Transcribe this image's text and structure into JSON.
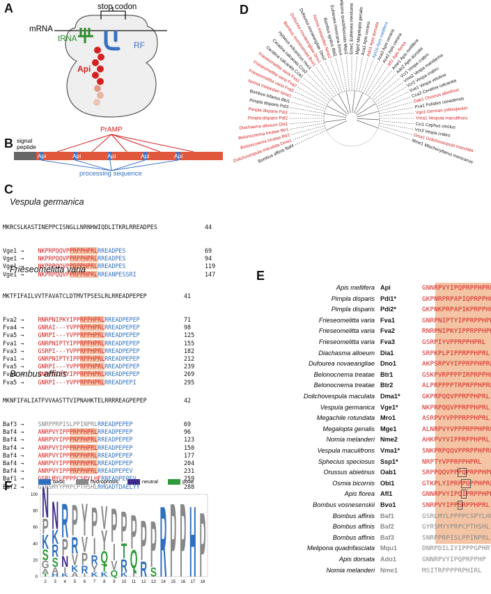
{
  "panelA": {
    "letter": "A",
    "stop_codon": "stop codon",
    "mrna": "mRNA",
    "trna": "tRNA",
    "rf": "RF",
    "api": "Api"
  },
  "panelB": {
    "letter": "B",
    "signal_peptide": "signal\npeptide",
    "pramp": "PrAMP",
    "segments": [
      "Api",
      "Api",
      "Api",
      "Api",
      "Api"
    ],
    "processing": "processing sequence"
  },
  "panelC": {
    "letter": "C",
    "vespula": {
      "title": "Vespula germanica",
      "header": "MKRCSLKASTINEPPCISNGLLNRNHWIQDLITKRLRREADPES",
      "header_num": "44",
      "rows": [
        {
          "label": "Vge1",
          "red": "NKPRPQQVP",
          "hl": "PRPPHPRL",
          "blue": "RREADPES",
          "num": "69"
        },
        {
          "label": "Vge1",
          "red": "NKPRPQQVP",
          "hl": "PRPPHPRL",
          "blue": "RREADPES",
          "num": "94"
        },
        {
          "label": "Vge1",
          "red": "NKPRPQQVP",
          "hl": "PRPPHPRL",
          "blue": "RREADPES",
          "num": "119"
        },
        {
          "label": "Vge1",
          "red": "NKPRPQQVP",
          "hl": "PRPPHPRL",
          "blue": "RREANPESSRI",
          "num": "147"
        }
      ]
    },
    "frieso": {
      "title": "Frieseomelitta varia",
      "header": "MKTFIFAILVVTFAVATCLDTMVTPSESLRLRREADPEPEP",
      "header_num": "41",
      "rows": [
        {
          "label": "Fva2",
          "red": "RNRPNIPKYIPP",
          "hl": "RPPHPRL",
          "blue": "RREADPEPEP",
          "num": "71"
        },
        {
          "label": "Fva4",
          "red": "GNRAI---YVPP",
          "hl": "RPPHPRL",
          "blue": "RREADPEPEP",
          "num": "98"
        },
        {
          "label": "Fva5",
          "red": "GNRPI---YVPP",
          "hl": "RPPHPRL",
          "blue": "RREADPEPEP",
          "num": "125"
        },
        {
          "label": "Fva1",
          "red": "GNRPNIPTYIPP",
          "hl": "RPPHPRL",
          "blue": "RREADPEPEP",
          "num": "155"
        },
        {
          "label": "Fva3",
          "red": "GSRPI---YVPP",
          "hl": "RPPHPRL",
          "blue": "RREADPEPEP",
          "num": "182"
        },
        {
          "label": "Fva1",
          "red": "GNRPNIPTYIPP",
          "hl": "RPPHPRL",
          "blue": "RREADPEPEP",
          "num": "212"
        },
        {
          "label": "Fva5",
          "red": "GNRPI---YVPP",
          "hl": "RPPHPRL",
          "blue": "RREADPEPEP",
          "num": "239"
        },
        {
          "label": "Fva1",
          "red": "GNRPNIPTYIPP",
          "hl": "RPPHPRL",
          "blue": "RREADPEPEP",
          "num": "269"
        },
        {
          "label": "Fva5",
          "red": "GNRPI---YVPP",
          "hl": "RPPHPRL",
          "blue": "RREADPEPI",
          "num": "295"
        }
      ]
    },
    "bombus": {
      "title": "Bombus affinis",
      "header": "MKNFIFALIATFVVAASTTVIPNAHKTELRRRREAGPEPEP",
      "header_num": "42",
      "rows": [
        {
          "label": "Baf3",
          "gray": "SNRPPRPISLPPINPRL",
          "blue": "RREADPEPEP",
          "num": "69"
        },
        {
          "label": "Baf4",
          "red": "ANRPVYIPP",
          "hl": "PRPPHPRL",
          "blue": "RREADPEPEP",
          "num": "96"
        },
        {
          "label": "Baf4",
          "red": "ANRPVYIPP",
          "hl": "PRPPHPRL",
          "blue": "RREADPEPEP",
          "num": "123"
        },
        {
          "label": "Baf4",
          "red": "ANRPVYIPP",
          "hl": "PRPPHPRL",
          "blue": "RREADPEPEP",
          "num": "150"
        },
        {
          "label": "Baf4",
          "red": "ANRPVYIPP",
          "hl": "PRPPHPRL",
          "blue": "RREADPEPEP",
          "num": "177"
        },
        {
          "label": "Baf4",
          "red": "ANRPVYIPP",
          "hl": "PRPPHPRL",
          "blue": "RREADPEPEP",
          "num": "204"
        },
        {
          "label": "Baf4",
          "red": "ANRPVYIPP",
          "hl": "PRPPHPRL",
          "blue": "RREADPEPEV",
          "num": "231"
        },
        {
          "label": "Baf1",
          "red": "GSRLMYLPPPPCSPYLHF",
          "blue": "RREADPEPEV",
          "num": "259"
        },
        {
          "label": "Baf2",
          "gray": "GYRSMYYPRPCPTHSHL",
          "blue": "RHGADTDAELYY",
          "num": "288"
        }
      ]
    }
  },
  "panelD": {
    "letter": "D",
    "leaves_top": [
      {
        "code": "Baf4",
        "name": "Bombus affinis",
        "color": "#111"
      },
      {
        "code": "Dma1",
        "name": "Dolichovespula maculata",
        "color": "#d42020"
      },
      {
        "code": "Btr2",
        "name": "Belonocnema treatae",
        "color": "#d42020"
      },
      {
        "code": "Btr1",
        "name": "Belonocnema treatae",
        "color": "#d42020"
      },
      {
        "code": "Dia1",
        "name": "Diachasma alloeum",
        "color": "#d42020"
      },
      {
        "code": "Pdi2",
        "name": "Pimpla disparis",
        "color": "#d42020"
      },
      {
        "code": "Pdi1",
        "name": "Pimpla disparis",
        "color": "#d42020"
      },
      {
        "code": "Pdi3",
        "name": "Pimpla disparis",
        "color": "#111"
      },
      {
        "code": "Bbi1",
        "name": "Bombus bifarius",
        "color": "#111"
      },
      {
        "code": "Nme1",
        "name": "Nomia melanderi",
        "color": "#d42020"
      },
      {
        "code": "Fva5",
        "name": "Frieseomelitta varia",
        "color": "#d42020"
      },
      {
        "code": "Fva2",
        "name": "Frieseomelitta varia",
        "color": "#d42020"
      },
      {
        "code": "Fva1",
        "name": "Frieseomelitta varia",
        "color": "#d42020"
      },
      {
        "code": "Cca1",
        "name": "Ceratina calcarata",
        "color": "#111"
      },
      {
        "code": "Cca2",
        "name": "Ceratina calcarata",
        "color": "#111"
      },
      {
        "code": "Hvo1",
        "name": "Hylaeus volcanicus",
        "color": "#111"
      },
      {
        "code": "Bvo1",
        "name": "Bombus vosnesenskii",
        "color": "#d42020"
      },
      {
        "code": "Dno1",
        "name": "Dufourea novaeangliae",
        "color": "#d42020"
      },
      {
        "code": "Dno2",
        "name": "Dufourea novaeangliae",
        "color": "#111"
      },
      {
        "code": "Nme2",
        "name": "Nomia melanderi",
        "color": "#d42020"
      },
      {
        "code": "Bbi2",
        "name": "Bombus ignitus",
        "color": "#111"
      },
      {
        "code": "Emx4",
        "name": "Eufriesea mexicana",
        "color": "#111"
      },
      {
        "code": "Mqu1",
        "name": "Melipona quadrifasciata",
        "color": "#111"
      },
      {
        "code": "Eme1",
        "name": "Eufriesea mexicana",
        "color": "#111"
      },
      {
        "code": "Mge2",
        "name": "Megalopta genalis",
        "color": "#111"
      },
      {
        "code": "Aca1",
        "name": "Apis cerana",
        "color": "#111"
      },
      {
        "code": "Ado1",
        "name": "Apis dorsata",
        "color": "#d42020"
      },
      {
        "code": "Api1b",
        "name": "Apis mellifera",
        "color": "#2f6fbf"
      },
      {
        "code": "Aca3",
        "name": "Apis cerana",
        "color": "#111"
      },
      {
        "code": "Ace2",
        "name": "Apis cerana",
        "color": "#111"
      },
      {
        "code": "Afl1",
        "name": "Apis florea",
        "color": "#d42020"
      },
      {
        "code": "Ame1",
        "name": "Apis mellifera",
        "color": "#111"
      },
      {
        "code": "Ado2",
        "name": "Apis dorsata",
        "color": "#111"
      }
    ],
    "leaves_left": [
      {
        "code": "Vcr1",
        "name": "Vespa crabro",
        "color": "#111"
      },
      {
        "code": "Vma2",
        "name": "Vespa mandarina",
        "color": "#111"
      },
      {
        "code": "Vcr2",
        "name": "Vespa crabro",
        "color": "#111"
      },
      {
        "code": "Vve1",
        "name": "Vespa velutina",
        "color": "#111"
      },
      {
        "code": "Cca3",
        "name": "Ceratina calcarata",
        "color": "#111"
      },
      {
        "code": "Oab1",
        "name": "Orussus abietinus",
        "color": "#d42020"
      },
      {
        "code": "Pca1",
        "name": "Polistes canadensis",
        "color": "#111"
      },
      {
        "code": "Vge1",
        "name": "German yellowjacket",
        "color": "#d42020"
      },
      {
        "code": "Vma1",
        "name": "Vespula maculifrons",
        "color": "#d42020"
      },
      {
        "code": "Cci1",
        "name": "Cephus cinctus",
        "color": "#111"
      },
      {
        "code": "Vcr3",
        "name": "Vespa crabro",
        "color": "#111"
      },
      {
        "code": "Dma1",
        "name": "Dolichovespula maculata",
        "color": "#d42020"
      },
      {
        "code": "Mme1",
        "name": "Mischocyttarus mexicanus",
        "color": "#111"
      }
    ]
  },
  "panelE": {
    "letter": "E",
    "rows": [
      {
        "sp": "Apis mellifera",
        "code": "Api",
        "pre": "GNNRPVYIPQ",
        "hl": "PRPPHPRL",
        "post": "",
        "box": "",
        "codecolor": "#111",
        "seqcolor": "#d42020"
      },
      {
        "sp": "Pimpla disparis",
        "code": "Pdi1*",
        "pre": "GKPNRPRPAPIQ",
        "hl": "PRPPHPRL",
        "post": "",
        "box": "",
        "codecolor": "#111",
        "seqcolor": "#d42020"
      },
      {
        "sp": "Pimpla disparis",
        "code": "Pdi2*",
        "pre": "GKPNKPRPAPIK",
        "hl": "PRPPHPRL",
        "post": "",
        "box": "",
        "codecolor": "#111",
        "seqcolor": "#d42020"
      },
      {
        "sp": "Frieseomelitta varia",
        "code": "Fva1",
        "pre": "GNRPNIPTYIPP",
        "hl": "RPPHPRL",
        "post": "",
        "box": "",
        "codecolor": "#111",
        "seqcolor": "#d42020"
      },
      {
        "sp": "Frieseomelitta varia",
        "code": "Fva2",
        "pre": "RNRPNIPKYIPP",
        "hl": "RPPHPRL",
        "post": "",
        "box": "",
        "codecolor": "#111",
        "seqcolor": "#d42020"
      },
      {
        "sp": "Frieseomelitta varia",
        "code": "Fva3",
        "pre": "GSRPIYVPP",
        "hl": "RPPHPRL",
        "post": "",
        "box": "",
        "codecolor": "#111",
        "seqcolor": "#d42020"
      },
      {
        "sp": "Diachasma alloeum",
        "code": "Dia1",
        "pre": "SRPKPLPIP",
        "hl": "PRPPHPRL",
        "post": "",
        "box": "",
        "codecolor": "#111",
        "seqcolor": "#d42020"
      },
      {
        "sp": "Dufourea novaeangliae",
        "code": "Dno1",
        "pre": "AKPSRPVYIP",
        "hl": "PRPPHPRL",
        "post": "",
        "box": "",
        "codecolor": "#111",
        "seqcolor": "#d42020"
      },
      {
        "sp": "Belonocnema treatae",
        "code": "Btr1",
        "pre": "GSKPVRPPPPIR",
        "hl": "PRPPHPRL",
        "post": "",
        "box": "",
        "codecolor": "#111",
        "seqcolor": "#d42020"
      },
      {
        "sp": "Belonocnema treatae",
        "code": "Btr2",
        "pre": "ALPRPPPPTR",
        "hl": "PRPPHPRL",
        "post": "",
        "box": "",
        "codecolor": "#111",
        "seqcolor": "#d42020"
      },
      {
        "sp": "Dolichovespula maculata",
        "code": "Dma1*",
        "pre": "GKPRPQQVP",
        "hl": "PRPPHPRL",
        "post": "",
        "box": "",
        "codecolor": "#111",
        "seqcolor": "#d42020"
      },
      {
        "sp": "Vespula germanica",
        "code": "Vge1*",
        "pre": "NKPRPQQVP",
        "hl": "PRPPHPRL",
        "post": "",
        "box": "",
        "codecolor": "#111",
        "seqcolor": "#d42020"
      },
      {
        "sp": "Megachile rotundata",
        "code": "Mro1",
        "pre": "ASRPVYVPP",
        "hl": "PRPPHPRL",
        "post": "",
        "box": "",
        "codecolor": "#111",
        "seqcolor": "#d42020"
      },
      {
        "sp": "Megalopta genalis",
        "code": "Mge1",
        "pre": "ALNRPVYVPP",
        "hl": "PRPPHPRL",
        "post": "",
        "box": "",
        "codecolor": "#111",
        "seqcolor": "#d42020"
      },
      {
        "sp": "Nomia melanderi",
        "code": "Nme2",
        "pre": "AHKPVYVIP",
        "hl": "PRPPHPRL",
        "post": "",
        "box": "",
        "codecolor": "#111",
        "seqcolor": "#d42020"
      },
      {
        "sp": "Vespula maculifrons",
        "code": "Vma1*",
        "pre": "SNKPRPQQVP",
        "hl": "PRPPHPRL",
        "post": "",
        "box": "",
        "codecolor": "#111",
        "seqcolor": "#d42020"
      },
      {
        "sp": "Sphecius speciosus",
        "code": "Ssp1*",
        "pre": "NRPTYVP",
        "hl": "PRPPHPRL",
        "post": "",
        "box": "",
        "codecolor": "#111",
        "seqcolor": "#d42020"
      },
      {
        "sp": "Orussus abietinus",
        "code": "Oab1",
        "pre": "SRPPQQVPP",
        "hl": "",
        "post": "PRPPHPRL",
        "box": "PQ",
        "codecolor": "#111",
        "seqcolor": "#d42020"
      },
      {
        "sp": "Osmia bicornis",
        "code": "Obi1",
        "pre": "GTKPLYIPRP",
        "hl": "",
        "post": "PPHPRL",
        "box": "PQ",
        "codecolor": "#111",
        "seqcolor": "#d42020"
      },
      {
        "sp": "Apis florea",
        "code": "Afl1",
        "pre": "GNNRPVYIPQ",
        "hl": "",
        "post": "PRPPHPR",
        "box": "I",
        "codecolor": "#111",
        "seqcolor": "#d42020"
      },
      {
        "sp": "Bombus vosnesenskii",
        "code": "Bvo1",
        "pre": "SNRPVYIPP",
        "hl": "",
        "post": "RPPHPRL",
        "box": "S",
        "codecolor": "#111",
        "seqcolor": "#d42020"
      },
      {
        "sp": "Bombus affinis",
        "code": "Baf1",
        "pre": "GSRLMYLPPPPCSPYLHF",
        "hl": "",
        "post": "",
        "box": "",
        "codecolor": "#888",
        "seqcolor": "#888"
      },
      {
        "sp": "Bombus affinis",
        "code": "Baf2",
        "pre": "GYRSMYYPRPCPTHSHL",
        "hl": "",
        "post": "",
        "box": "",
        "codecolor": "#888",
        "seqcolor": "#888"
      },
      {
        "sp": "Bombus affinis",
        "code": "Baf3",
        "pre": "SNRPPRPISLPPINPRL",
        "hl": "",
        "post": "",
        "box": "",
        "codecolor": "#888",
        "seqcolor": "#888"
      },
      {
        "sp": "Melipona quadrifasciata",
        "code": "Mqu1",
        "pre": "DNRPDILIYIPPPGPHRTL",
        "hl": "",
        "post": "",
        "box": "",
        "codecolor": "#888",
        "seqcolor": "#888"
      },
      {
        "sp": "Apis dorsata",
        "code": "Ado1",
        "pre": "GNNRPVYIPQPRPPHP",
        "hl": "",
        "post": "",
        "box": "",
        "codecolor": "#888",
        "seqcolor": "#888"
      },
      {
        "sp": "Nomia melanderi",
        "code": "Nme1",
        "pre": "MSITRPPPPRPHIRL",
        "hl": "",
        "post": "",
        "box": "",
        "codecolor": "#888",
        "seqcolor": "#888"
      }
    ]
  },
  "panelF": {
    "letter": "F",
    "legend": [
      {
        "label": "basic",
        "color": "#2f6fbf"
      },
      {
        "label": "hydrophobic",
        "color": "#888888"
      },
      {
        "label": "neutral",
        "color": "#3d2a8a"
      },
      {
        "label": "polar",
        "color": "#2e9a3a"
      }
    ],
    "y_ticks": [
      "0",
      "20",
      "40",
      "60",
      "80",
      "100"
    ],
    "x_ticks": [
      "2",
      "3",
      "4",
      "5",
      "6",
      "7",
      "8",
      "9",
      "10",
      "11",
      "12",
      "13",
      "14",
      "15",
      "16",
      "17",
      "18"
    ]
  }
}
